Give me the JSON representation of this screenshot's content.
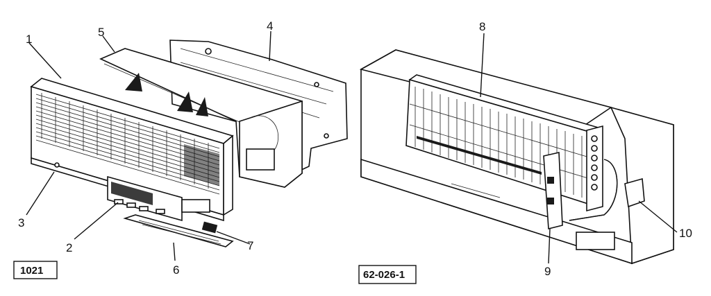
{
  "callouts": {
    "c1": "1",
    "c2": "2",
    "c3": "3",
    "c4": "4",
    "c5": "5",
    "c6": "6",
    "c7": "7",
    "c8": "8",
    "c9": "9",
    "c10": "10"
  },
  "boxes": {
    "left_code": "1021",
    "right_code": "62-026-1"
  }
}
